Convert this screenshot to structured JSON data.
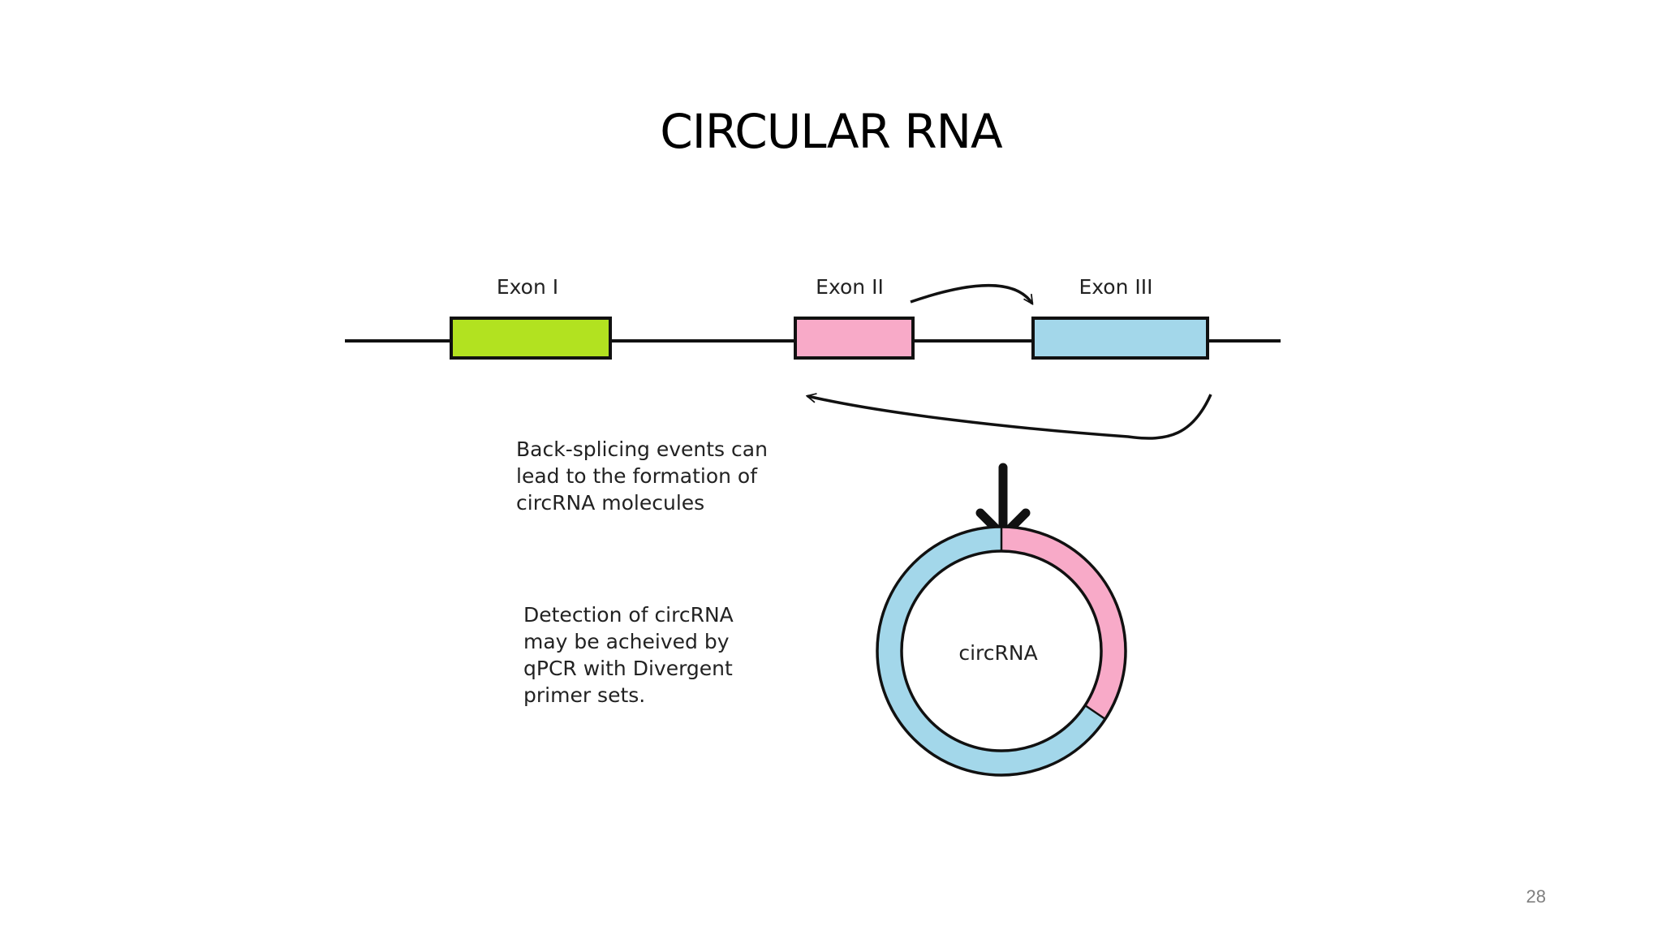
{
  "slide": {
    "title": "CIRCULAR RNA",
    "page_number": "28"
  },
  "diagram": {
    "exons": [
      {
        "label": "Exon I",
        "color": "#b2e220"
      },
      {
        "label": "Exon II",
        "color": "#f8aac8"
      },
      {
        "label": "Exon III",
        "color": "#a3d7ea"
      }
    ],
    "circle_label": "circRNA",
    "back_splicing_text": [
      "Back-splicing events can",
      "lead to the formation of",
      "circRNA molecules"
    ],
    "detection_text": [
      "Detection of circRNA",
      "may be acheived by",
      "qPCR with Divergent",
      "primer sets."
    ],
    "colors": {
      "line": "#111111",
      "circle_blue": "#a3d7ea",
      "circle_pink": "#f8aac8"
    }
  }
}
